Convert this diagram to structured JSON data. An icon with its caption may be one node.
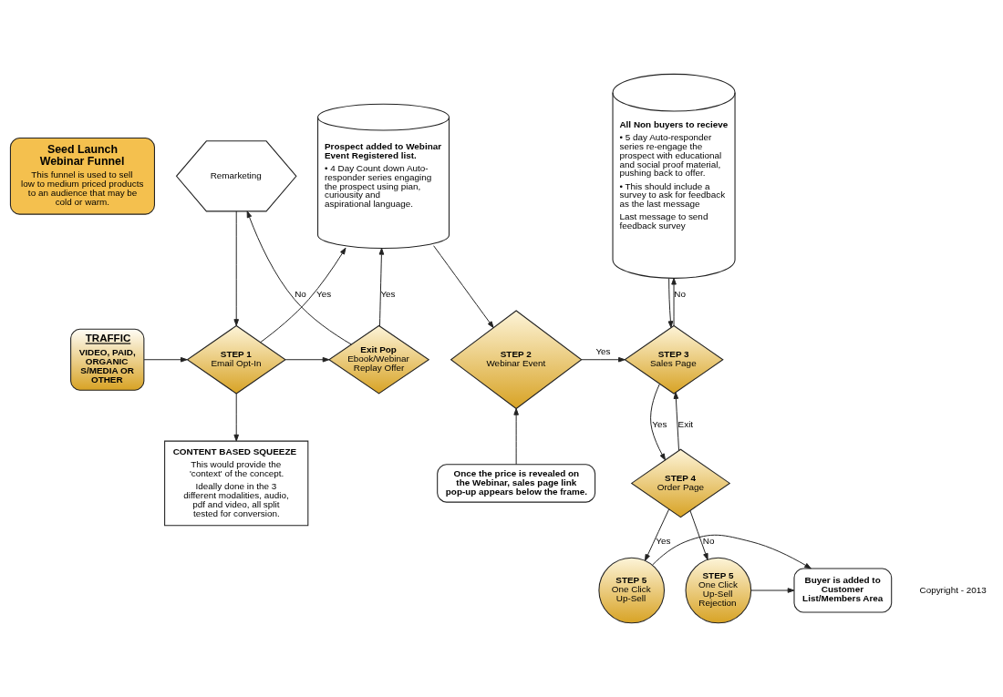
{
  "diagram": {
    "nodes": [
      {
        "text": [
          "Seed Launch Webinar Funnel",
          "This funnel is used to sell low to medium priced products to an audience that may be cold or warm."
        ]
      },
      {
        "text": [
          "Remarketing"
        ]
      },
      {
        "text": [
          "Prospect added to Webinar Event Registered list.",
          "• 4 Day Count down Auto-responder series engaging the prospect using pian, curiousity and aspirational language."
        ]
      },
      {
        "text": [
          "All Non buyers to recieve",
          "• 5 day Auto-responder series re-engage the prospect with educational and social proof material, pushing back to offer.",
          "• This should include a survey to ask for feedback as the last message",
          "Last message to send feedback survey"
        ]
      },
      {
        "text": [
          "Exit Pop",
          "Ebook/Webinar Replay Offer"
        ]
      },
      {
        "text": [
          "TRAFFIC",
          "VIDEO, PAID, ORGANIC S/MEDIA OR OTHER"
        ]
      },
      {
        "text": [
          "STEP 1",
          "Email Opt-In"
        ]
      },
      {
        "text": [
          "STEP 2",
          "Webinar Event"
        ]
      },
      {
        "text": [
          "STEP 3",
          "Sales Page"
        ]
      },
      {
        "text": [
          "CONTENT BASED SQUEEZE",
          "This would provide the 'context' of the concept.",
          "Ideally done in the 3 different modalities, audio, pdf and video, all split tested for conversion."
        ]
      },
      {
        "text": [
          "Once the price is revealed on the Webinar, sales page link pop-up appears below the frame."
        ]
      },
      {
        "text": [
          "STEP 4",
          "Order Page"
        ]
      },
      {
        "text": [
          "Buyer is added to Customer List/Members Area"
        ]
      },
      {
        "text": [
          "STEP 5",
          "One Click Up-Sell"
        ]
      },
      {
        "text": [
          "STEP 5",
          "One Click Up-Sell Rejection"
        ]
      }
    ],
    "edges": [
      {
        "from": 5,
        "to": 6,
        "arrow": "to"
      },
      {
        "from": 6,
        "to": 4,
        "arrow": "to"
      },
      {
        "from": 6,
        "to": 2,
        "arrow": "to",
        "label": "Yes"
      },
      {
        "from": 4,
        "to": 1,
        "arrow": "to",
        "label": "No"
      },
      {
        "from": 4,
        "to": 2,
        "arrow": "to",
        "label": "Yes"
      },
      {
        "from": 1,
        "to": 6,
        "arrow": "to"
      },
      {
        "from": 6,
        "to": 9,
        "arrow": "to"
      },
      {
        "from": 2,
        "to": 7,
        "arrow": "to"
      },
      {
        "from": 10,
        "to": 7,
        "arrow": "to"
      },
      {
        "from": 7,
        "to": 8,
        "arrow": "to",
        "label": "Yes"
      },
      {
        "from": 8,
        "to": 3,
        "arrow": "to",
        "label": "No"
      },
      {
        "from": 3,
        "to": 8,
        "arrow": "to"
      },
      {
        "from": 8,
        "to": 11,
        "arrow": "to",
        "label": "Yes"
      },
      {
        "from": 11,
        "to": 8,
        "arrow": "to",
        "label": "Exit"
      },
      {
        "from": 11,
        "to": 13,
        "arrow": "to",
        "label": "Yes"
      },
      {
        "from": 11,
        "to": 14,
        "arrow": "to",
        "label": "No"
      },
      {
        "from": 13,
        "to": 12,
        "arrow": "to"
      },
      {
        "from": 14,
        "to": 12,
        "arrow": "to"
      }
    ],
    "labels": [
      "Copyright - 2013"
    ]
  }
}
